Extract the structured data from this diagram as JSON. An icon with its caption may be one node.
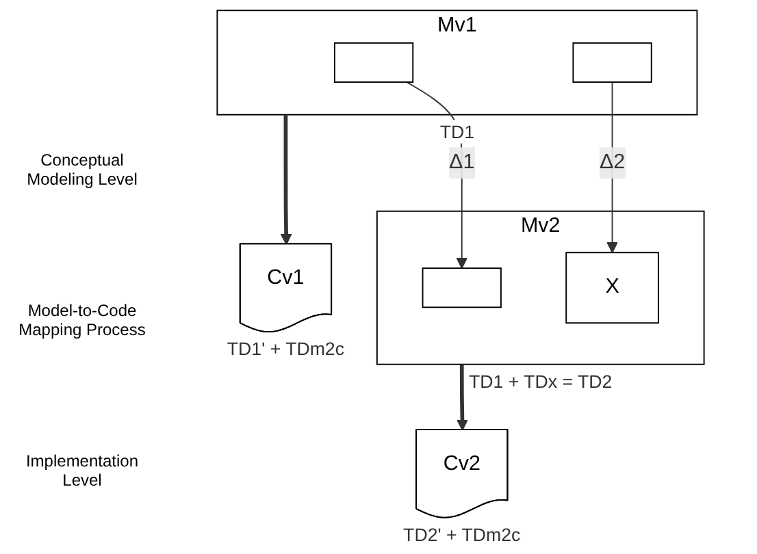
{
  "diagram": {
    "nodes": [
      {
        "text": [
          "Mv1"
        ],
        "beside": [
          "TD1"
        ]
      },
      {
        "text": [],
        "shape": "box",
        "in": 0
      },
      {
        "text": [],
        "shape": "box",
        "in": 0
      },
      {
        "text": [
          "Mv2"
        ],
        "beside": [
          "TD1 + TDx = TD2"
        ]
      },
      {
        "text": [],
        "shape": "box",
        "in": 3
      },
      {
        "text": [
          "X"
        ],
        "in": 3
      },
      {
        "text": [
          "Cv1"
        ],
        "beside": [
          "TD1' + TDm2c"
        ]
      },
      {
        "text": [
          "Cv2"
        ],
        "beside": [
          "TD2' + TDm2c"
        ]
      }
    ],
    "edges": [
      {
        "from": 1,
        "to": 4,
        "arrow": "to",
        "label": "Δ1"
      },
      {
        "from": 2,
        "to": 5,
        "arrow": "to",
        "label": "Δ2"
      },
      {
        "from": 0,
        "to": 6,
        "arrow": "to",
        "style": "thick"
      },
      {
        "from": 3,
        "to": 7,
        "arrow": "to",
        "style": "thick"
      }
    ],
    "labels": [
      "Conceptual Modeling Level",
      "Model-to-Code Mapping Process",
      "Implementation Level"
    ]
  }
}
